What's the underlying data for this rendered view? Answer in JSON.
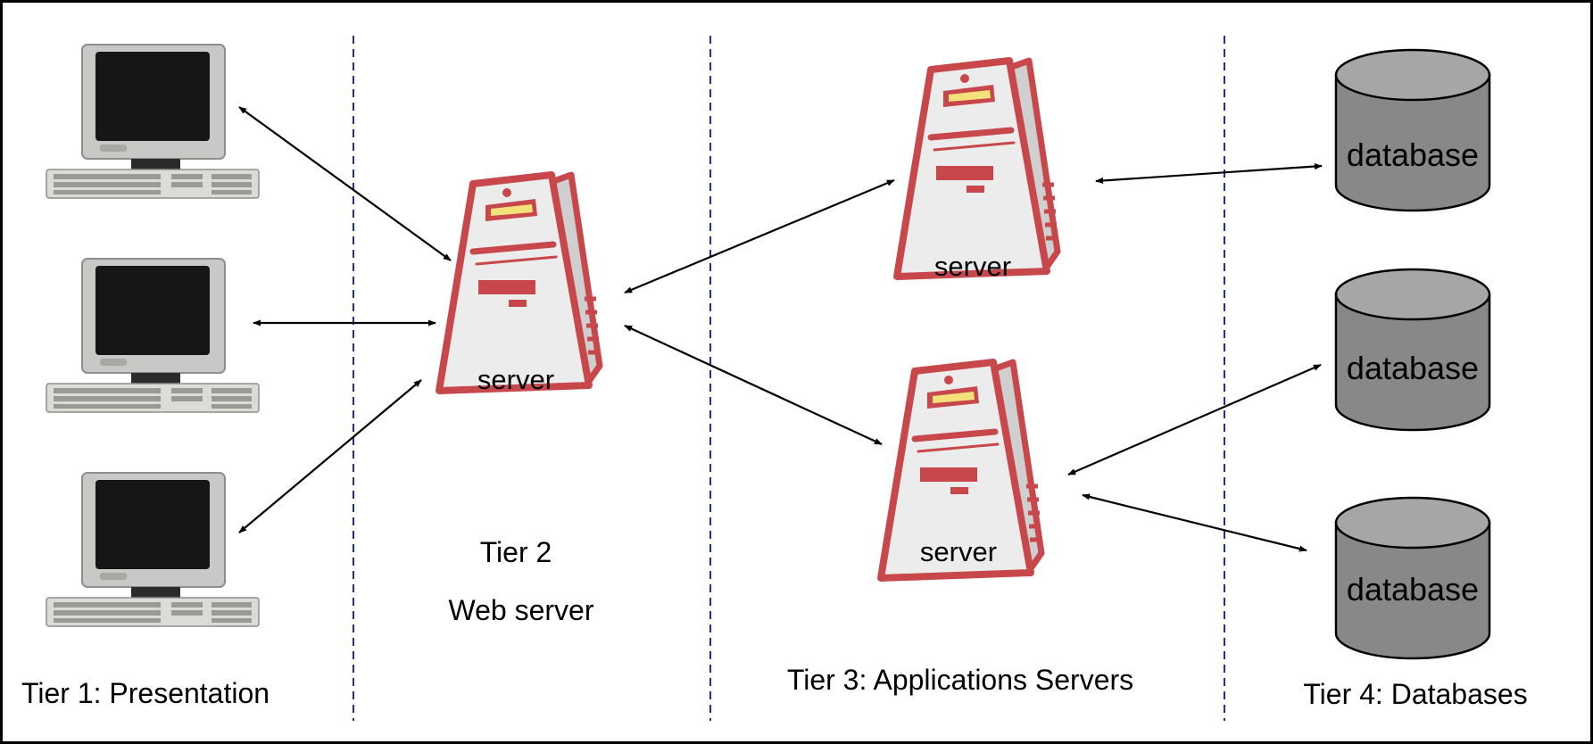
{
  "tiers": {
    "tier1": "Tier 1: Presentation",
    "tier2_title": "Tier 2",
    "tier2_sub": "Web server",
    "tier3": "Tier 3: Applications Servers",
    "tier4": "Tier 4: Databases"
  },
  "server_label": "server",
  "database_label": "database",
  "colors": {
    "divider": "#1f2fa0",
    "server_outline": "#c8474b",
    "server_body": "#ececec",
    "server_side": "#cfcfcf",
    "server_slot": "#f3e27a",
    "database_fill": "#888888",
    "database_top": "#a6a6a6",
    "monitor_frame": "#c9c8c6",
    "monitor_screen": "#161616",
    "arrow": "#000000"
  }
}
